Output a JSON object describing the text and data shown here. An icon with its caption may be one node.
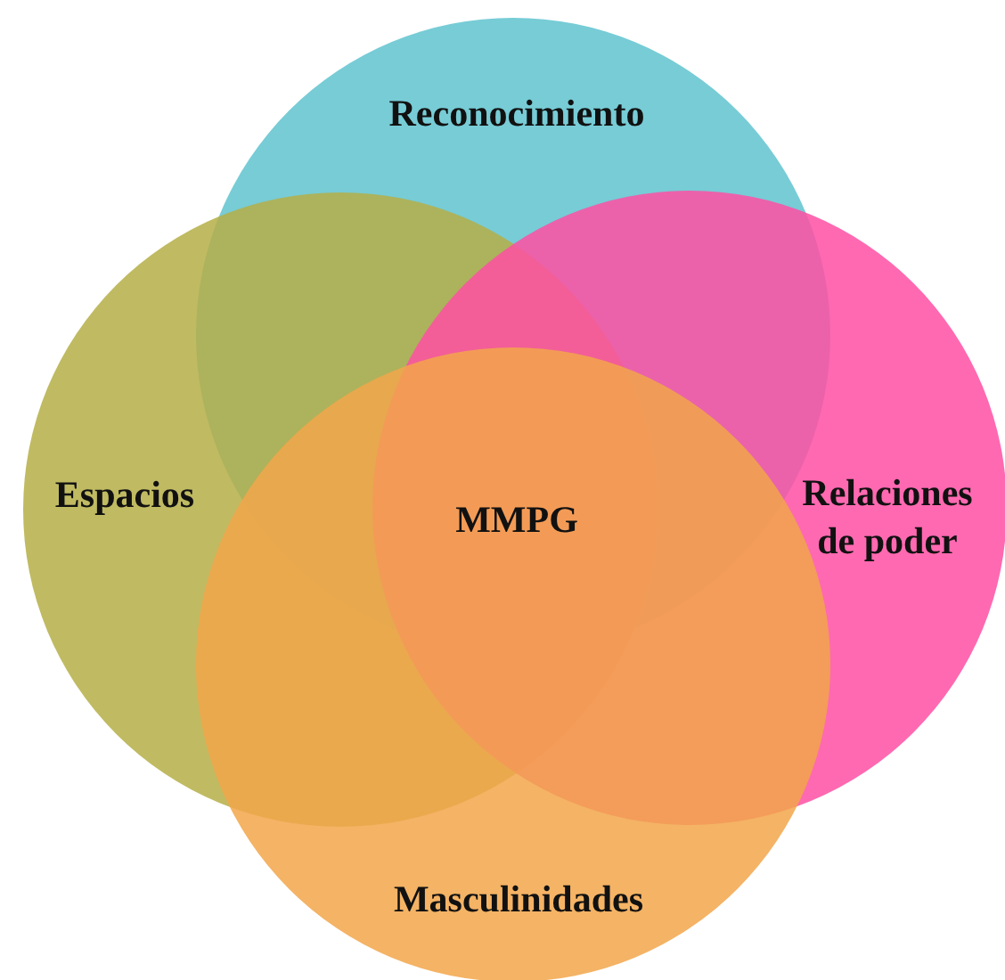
{
  "diagram": {
    "nodes": [
      {
        "text": [
          "Reconocimiento"
        ]
      },
      {
        "text": [
          "Espacios"
        ]
      },
      {
        "text": [
          "Relaciones de poder"
        ]
      },
      {
        "text": [
          "Masculinidades"
        ]
      }
    ],
    "labels": [
      "MMPG"
    ]
  }
}
